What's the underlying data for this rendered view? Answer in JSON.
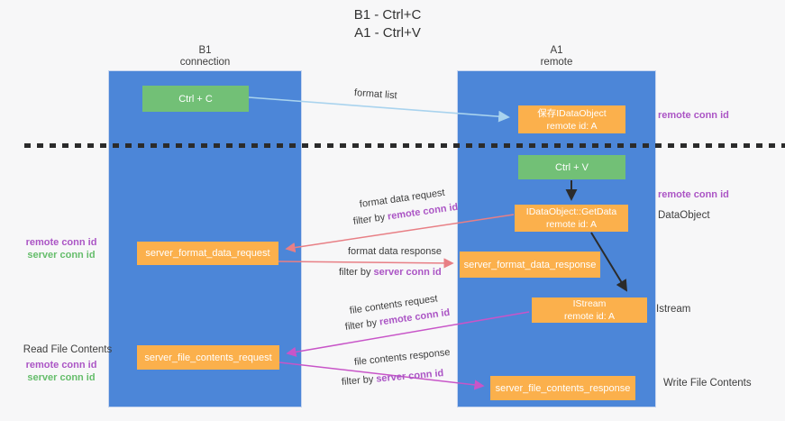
{
  "title": {
    "line1": "B1 - Ctrl+C",
    "line2": "A1 - Ctrl+V"
  },
  "columns": {
    "left": {
      "name": "B1",
      "subtitle": "connection"
    },
    "right": {
      "name": "A1",
      "subtitle": "remote"
    }
  },
  "nodes": {
    "ctrl_c": {
      "label": "Ctrl + C"
    },
    "ctrl_v": {
      "label": "Ctrl + V"
    },
    "save_idataobject": {
      "line1": "保存IDataObject",
      "line2": "remote id: A"
    },
    "idataobject_getdata": {
      "line1": "IDataObject::GetData",
      "line2": "remote id: A"
    },
    "istream": {
      "line1": "IStream",
      "line2": "remote id: A"
    },
    "server_format_data_request": {
      "label": "server_format_data_request"
    },
    "server_format_data_response": {
      "label": "server_format_data_response"
    },
    "server_file_contents_request": {
      "label": "server_file_contents_request"
    },
    "server_file_contents_response": {
      "label": "server_file_contents_response"
    }
  },
  "arrow_labels": {
    "format_list": "format list",
    "format_data_request": "format data request",
    "format_data_response": "format data response",
    "file_contents_request": "file contents request",
    "file_contents_response": "file contents response",
    "filter_by": "filter by",
    "remote_conn_id": "remote conn id",
    "server_conn_id": "server conn id"
  },
  "side_labels": {
    "remote_conn_id_top_right": "remote conn id",
    "remote_conn_id_mid_right": "remote conn id",
    "dataobject": "DataObject",
    "istream": "Istream",
    "write_file_contents": "Write File Contents",
    "read_file_contents": "Read File Contents",
    "remote_conn_id_left_1": "remote conn id",
    "server_conn_id_left_1": "server conn id",
    "remote_conn_id_left_2": "remote conn id",
    "server_conn_id_left_2": "server conn id"
  },
  "colors": {
    "bg": "#f7f7f8",
    "column-blue": "#4c86d8",
    "box-orange": "#fbb04c",
    "box-green": "#72c076",
    "arrow-lightblue": "#a9d3ee",
    "arrow-salmon": "#e87f85",
    "arrow-magenta": "#c855c8",
    "arrow-black": "#2b2b2b",
    "label-purple": "#ab55c5",
    "label-green": "#65bd6b",
    "text-dark": "#3d3d3d"
  }
}
